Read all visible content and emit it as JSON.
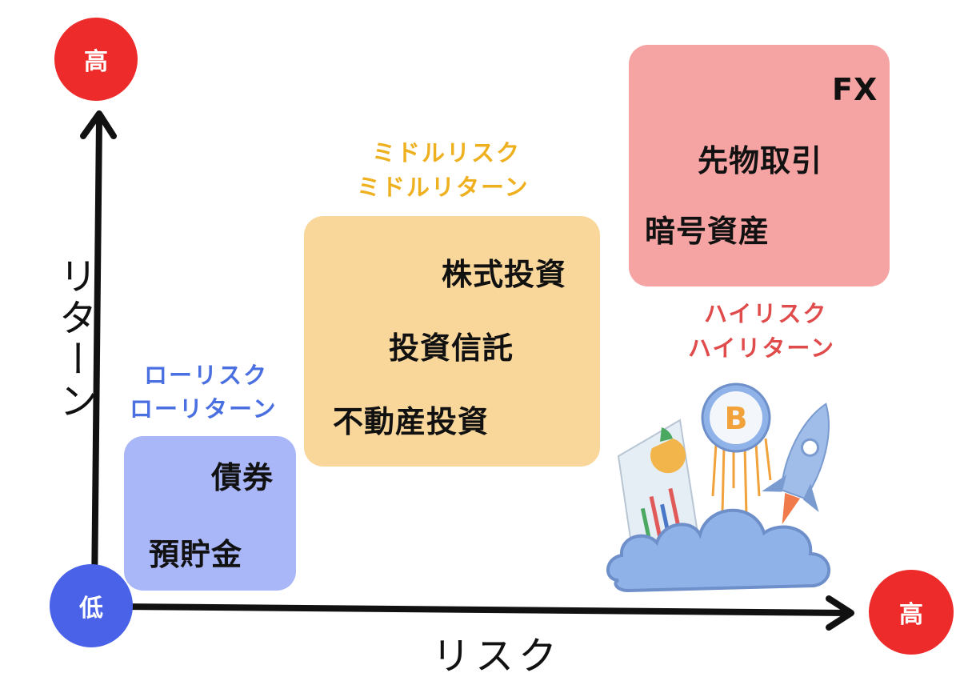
{
  "axes": {
    "y_label": "リターン",
    "x_label": "リスク",
    "y_high": "高",
    "x_high": "高",
    "origin_low": "低"
  },
  "groups": [
    {
      "caption_line1": "ローリスク",
      "caption_line2": "ローリターン",
      "color": "#a9b6f7",
      "caption_color": "#4a6fe0",
      "items": [
        "債券",
        "預貯金"
      ]
    },
    {
      "caption_line1": "ミドルリスク",
      "caption_line2": "ミドルリターン",
      "color": "#f9d79b",
      "caption_color": "#efb020",
      "items": [
        "株式投資",
        "投資信託",
        "不動産投資"
      ]
    },
    {
      "caption_line1": "ハイリスク",
      "caption_line2": "ハイリターン",
      "color": "#f5a3a3",
      "caption_color": "#e04b4b",
      "items": [
        "FX",
        "先物取引",
        "暗号資産"
      ]
    }
  ],
  "colors": {
    "high_circle": "#ee2b2b",
    "low_circle": "#4a62e8"
  },
  "illustration": {
    "icons": [
      "document-chart-icon",
      "bitcoin-coin-icon",
      "rocket-icon",
      "cloud-icon"
    ],
    "coin_symbol": "B"
  }
}
